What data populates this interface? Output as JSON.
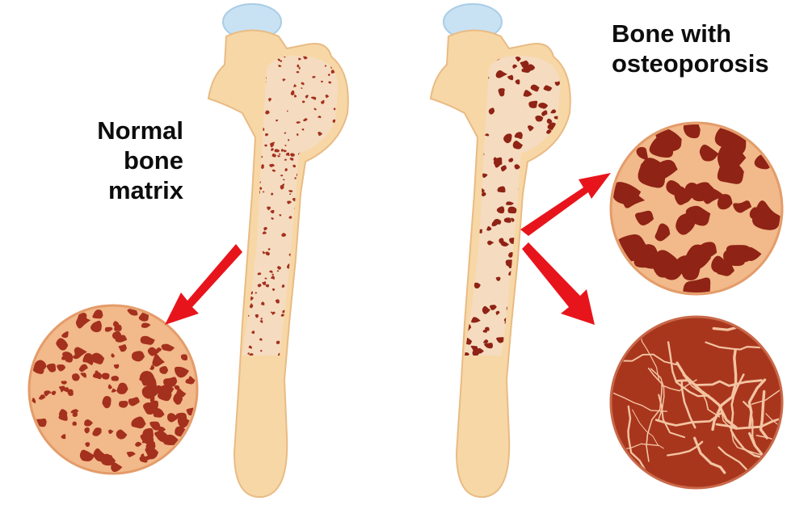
{
  "labels": {
    "normal_bone_matrix": [
      "Normal",
      "bone",
      "matrix"
    ],
    "bone_with_osteoporosis": [
      "Bone with",
      "osteoporosis"
    ]
  },
  "colors": {
    "bone_outer": "#f7d7a6",
    "bone_shadow": "#e9bb84",
    "marrow_fill": "#f5dcc0",
    "pore_normal": "#a4301e",
    "pore_dense": "#8f2315",
    "osteo_disc_fill": "#a8361d",
    "osteo_crack": "#f3c4a2",
    "cartilage_cap": "#c8e2f3",
    "arrow_red": "#e8141c",
    "text": "#0d0d0d"
  }
}
